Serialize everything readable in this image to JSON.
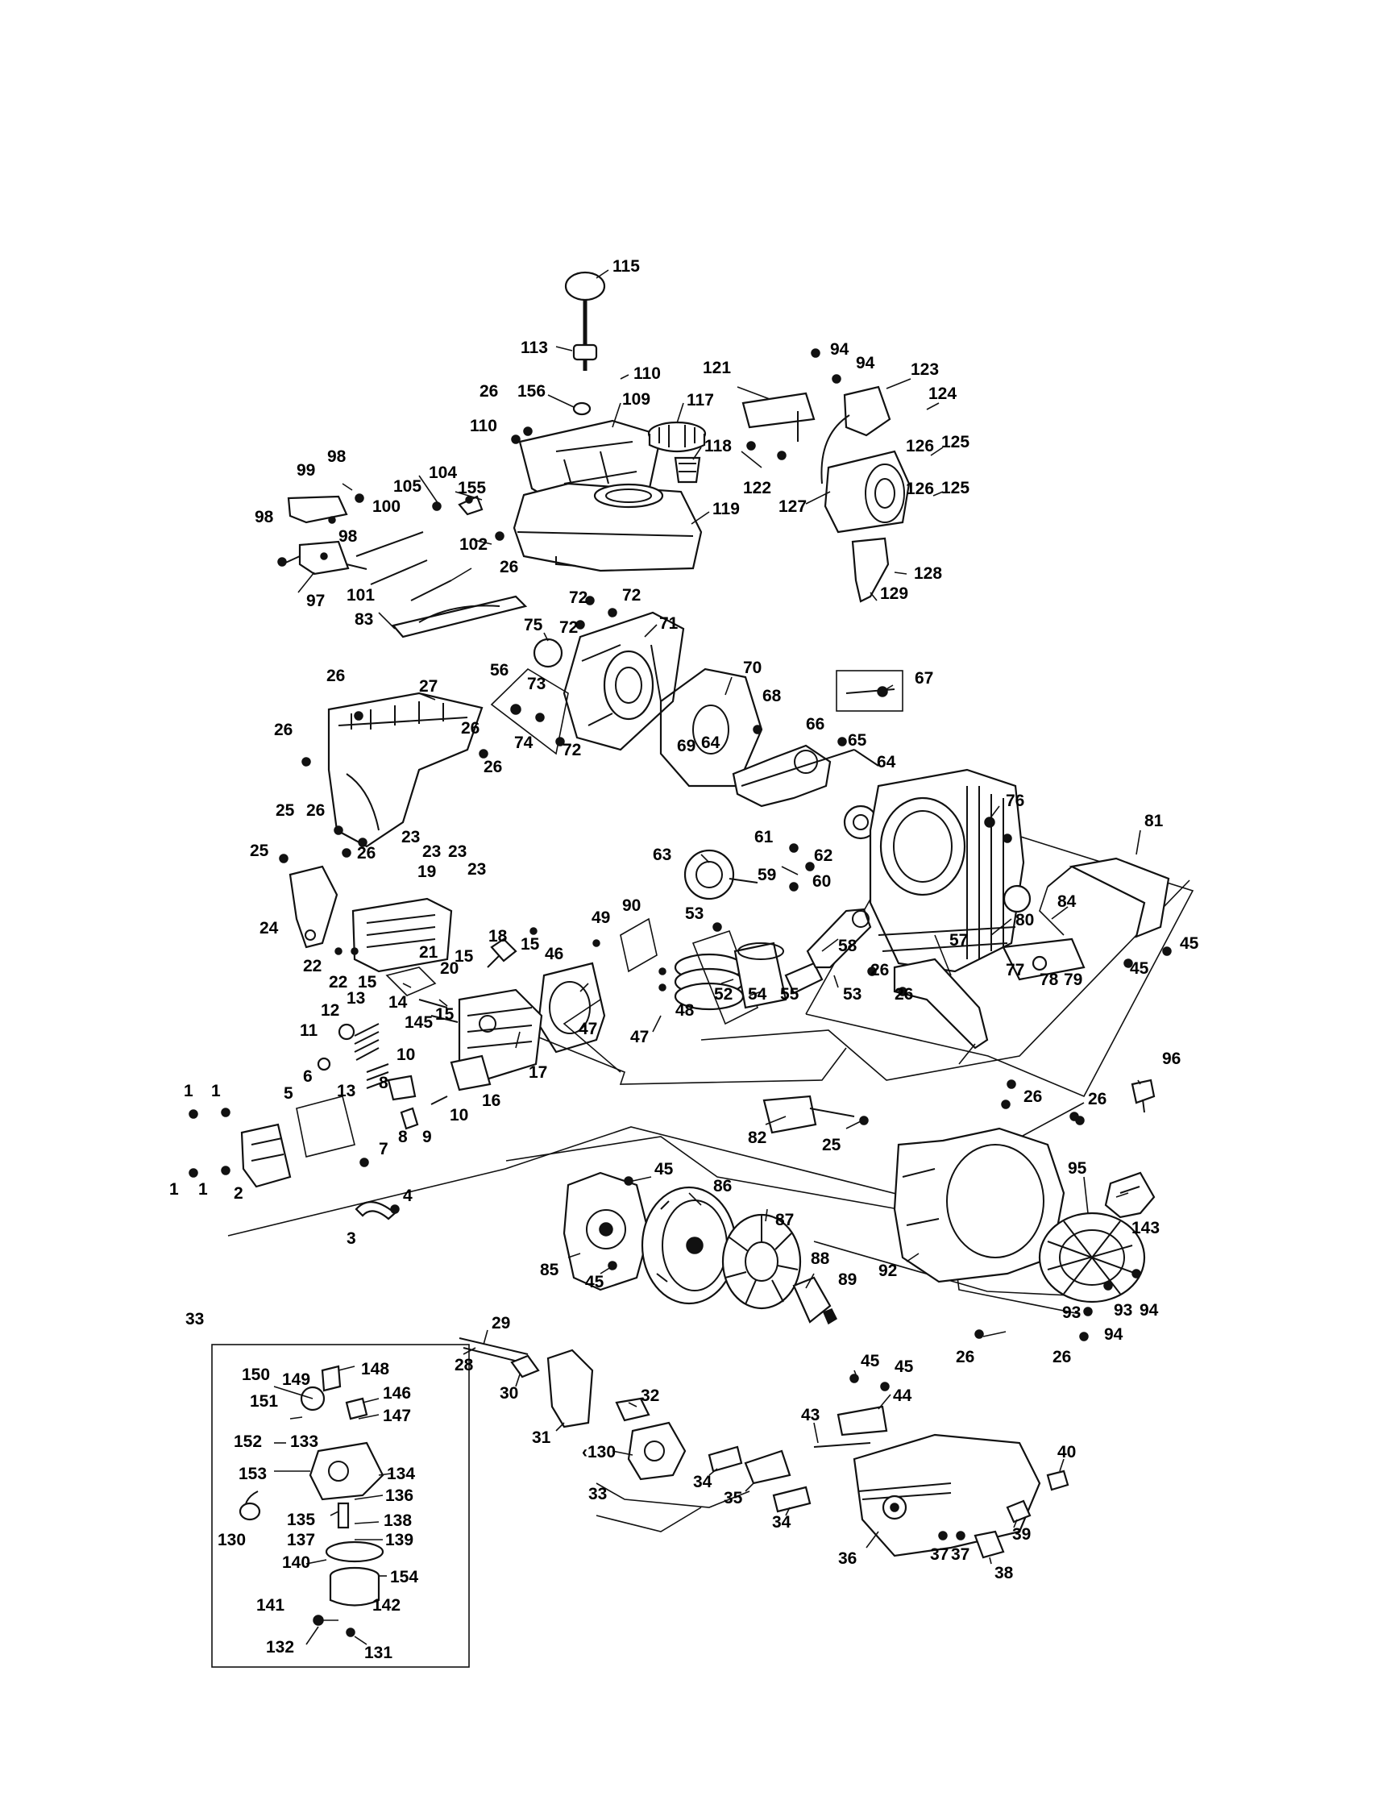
{
  "colors": {
    "ink": "#111111",
    "paper": "#ffffff"
  },
  "labels": {
    "p115": "115",
    "p113": "113",
    "p156": "156",
    "p110a": "110",
    "p109": "109",
    "p117": "117",
    "p26a": "26",
    "p110b": "110",
    "p118": "118",
    "p119": "119",
    "p98a": "98",
    "p99": "99",
    "p105": "105",
    "p104": "104",
    "p155": "155",
    "p98b": "98",
    "p98c": "98",
    "p100": "100",
    "p102": "102",
    "p26b": "26",
    "p97": "97",
    "p101": "101",
    "p83": "83",
    "p121": "121",
    "p94a": "94",
    "p94b": "94",
    "p123": "123",
    "p124": "124",
    "p126a": "126",
    "p125a": "125",
    "p122": "122",
    "p127": "127",
    "p126b": "126",
    "p125b": "125",
    "p128": "128",
    "p129": "129",
    "p72a": "72",
    "p72b": "72",
    "p72c": "72",
    "p71": "71",
    "p75": "75",
    "p70": "70",
    "p68": "68",
    "p67": "67",
    "p56": "56",
    "p73": "73",
    "p74": "74",
    "p72d": "72",
    "p69": "69",
    "p64a": "64",
    "p66": "66",
    "p65": "65",
    "p64b": "64",
    "p76": "76",
    "p26c": "26",
    "p27": "27",
    "p26d": "26",
    "p26e": "26",
    "p26f": "26",
    "p25a": "25",
    "p26g": "26",
    "p25b": "25",
    "p23a": "23",
    "p23b": "23",
    "p23c": "23",
    "p23d": "23",
    "p19": "19",
    "p26h": "26",
    "p24": "24",
    "p61": "61",
    "p62": "62",
    "p63": "63",
    "p59": "59",
    "p60": "60",
    "p53a": "53",
    "p81": "81",
    "p80": "80",
    "p84": "84",
    "p45a": "45",
    "p45b": "45",
    "p90": "90",
    "p49": "49",
    "p58": "58",
    "p57": "57",
    "p26i": "26",
    "p77": "77",
    "p78": "78",
    "p79": "79",
    "p18": "18",
    "p15a": "15",
    "p15b": "15",
    "p46": "46",
    "p21": "21",
    "p20": "20",
    "p22a": "22",
    "p22b": "22",
    "p15c": "15",
    "p52": "52",
    "p54": "54",
    "p55": "55",
    "p53b": "53",
    "p26j": "26",
    "p48": "48",
    "p47a": "47",
    "p47b": "47",
    "p14": "14",
    "p145": "145",
    "p15d": "15",
    "p13a": "13",
    "p12": "12",
    "p11": "11",
    "p10a": "10",
    "p17": "17",
    "p6": "6",
    "p13b": "13",
    "p8a": "8",
    "p16": "16",
    "p10b": "10",
    "p5": "5",
    "p1a": "1",
    "p1b": "1",
    "p7": "7",
    "p8b": "8",
    "p9": "9",
    "p1c": "1",
    "p1d": "1",
    "p2": "2",
    "p4": "4",
    "p3": "3",
    "p96": "96",
    "p26k": "26",
    "p26l": "26",
    "p82": "82",
    "p25c": "25",
    "p45c": "45",
    "p86": "86",
    "p95": "95",
    "p87": "87",
    "p143": "143",
    "p85": "85",
    "p45d": "45",
    "p88": "88",
    "p89": "89",
    "p92": "92",
    "p93a": "93",
    "p94c": "94",
    "p93b": "93",
    "p94d": "94",
    "p26m": "26",
    "p26n": "26",
    "p33a": "33",
    "p150": "150",
    "p149": "149",
    "p148": "148",
    "p146": "146",
    "p151": "151",
    "p147": "147",
    "p152": "152",
    "p133": "133",
    "p153": "153",
    "p134": "134",
    "p136": "136",
    "p135": "135",
    "p138": "138",
    "p130a": "130",
    "p137": "137",
    "p139": "139",
    "p140": "140",
    "p154": "154",
    "p141": "141",
    "p142": "142",
    "p132": "132",
    "p131": "131",
    "p29": "29",
    "p28": "28",
    "p30": "30",
    "p31": "31",
    "p32": "32",
    "p130b": "‹130",
    "p33b": "33",
    "p34a": "34",
    "p35": "35",
    "p34b": "34",
    "p45e": "45",
    "p45f": "45",
    "p44": "44",
    "p43": "43",
    "p40": "40",
    "p36": "36",
    "p39": "39",
    "p37a": "37",
    "p37b": "37",
    "p38": "38"
  }
}
